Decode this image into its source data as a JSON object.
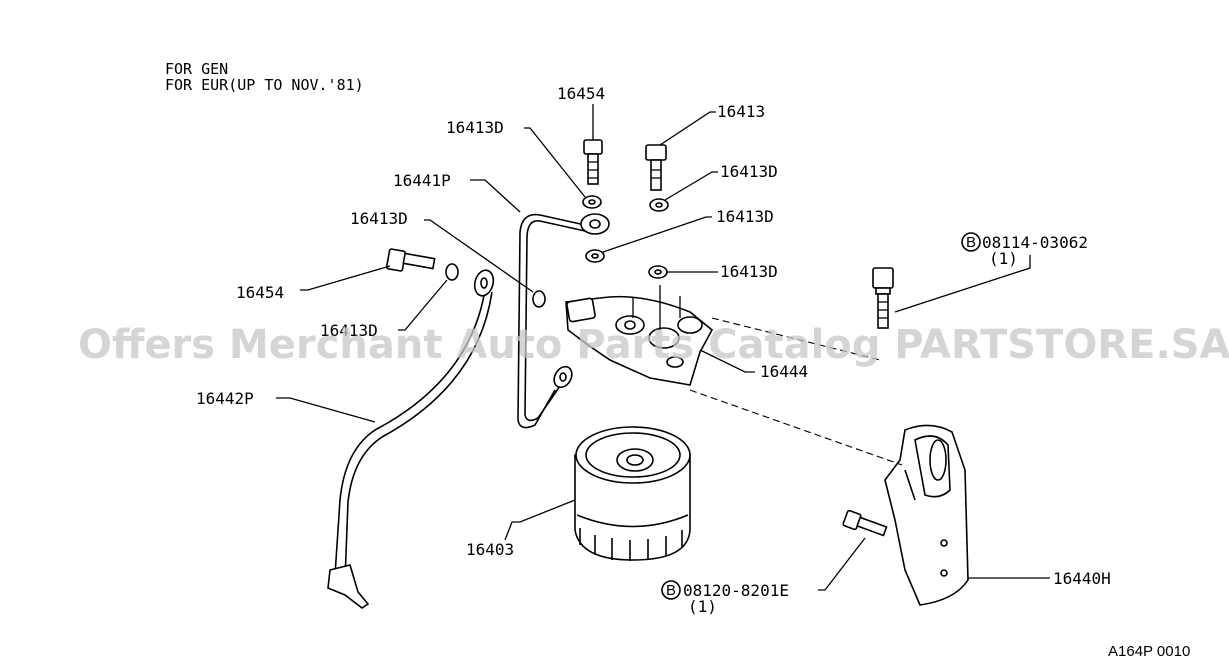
{
  "notes": {
    "line1": "FOR GEN",
    "line2": "FOR EUR(UP TO NOV.'81)"
  },
  "labels": {
    "p16454_top": "16454",
    "p16413": "16413",
    "p16413D_a": "16413D",
    "p16413D_b": "16413D",
    "p16441P": "16441P",
    "p16413D_c": "16413D",
    "p16413D_d": "16413D",
    "p16413D_e": "16413D",
    "p16454_left": "16454",
    "p16413D_f": "16413D",
    "p16444": "16444",
    "p16442P": "16442P",
    "p16403": "16403",
    "p16440H": "16440H",
    "bolt1_code": "08114-03062",
    "bolt1_qty": "(1)",
    "bolt2_code": "08120-8201E",
    "bolt2_qty": "(1)",
    "bolt_symbol": "B"
  },
  "watermark": "Offers Merchant Auto Parts Catalog PARTSTORE.SA",
  "diagram_code": "A164P 0010"
}
